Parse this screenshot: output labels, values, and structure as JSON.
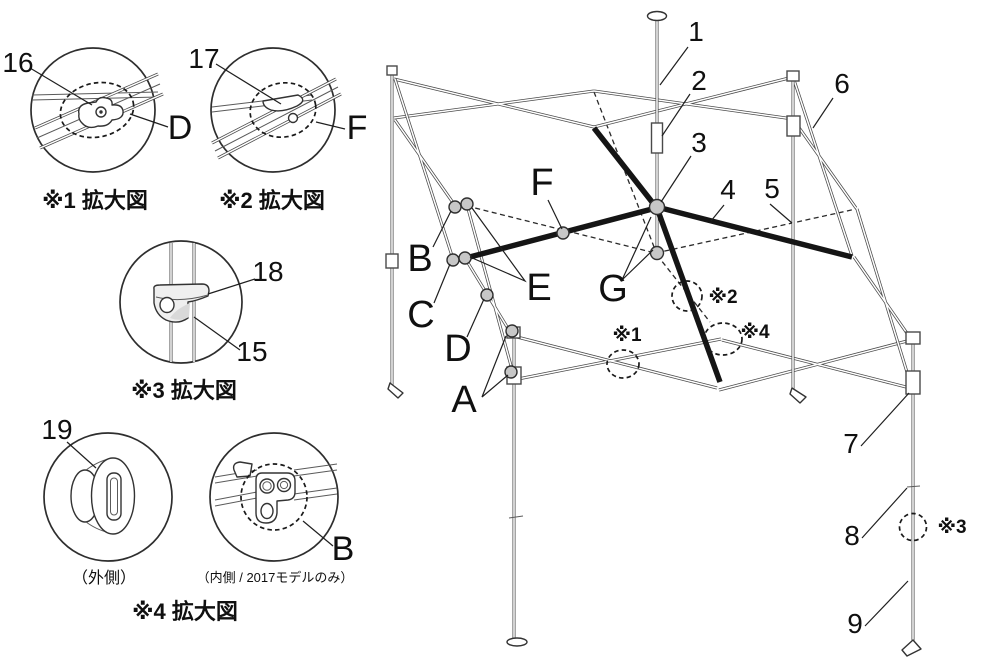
{
  "colors": {
    "line": "#3a3a3a",
    "highlight_bar": "#151515",
    "dot_fill": "#c7c7c7",
    "background": "#ffffff"
  },
  "main_diagram": {
    "part_numbers": {
      "n1": "1",
      "n2": "2",
      "n3": "3",
      "n4": "4",
      "n5": "5",
      "n6": "6",
      "n7": "7",
      "n8": "8",
      "n9": "9"
    },
    "connector_letters": {
      "A": "A",
      "B": "B",
      "C": "C",
      "D": "D",
      "E": "E",
      "F": "F",
      "G": "G"
    },
    "ref_markers": {
      "m1": "※1",
      "m2": "※2",
      "m3": "※3",
      "m4": "※4"
    }
  },
  "detail_views": {
    "view1": {
      "caption": "※1 拡大図",
      "part_number": "16",
      "connector_letter": "D"
    },
    "view2": {
      "caption": "※2 拡大図",
      "part_number": "17",
      "connector_letter": "F"
    },
    "view3": {
      "caption": "※3 拡大図",
      "part_number_top": "18",
      "part_number_bottom": "15"
    },
    "view4": {
      "caption": "※4 拡大図",
      "part_number": "19",
      "connector_letter": "B",
      "left_caption": "（外側）",
      "right_caption": "（内側 / 2017モデルのみ）"
    }
  }
}
